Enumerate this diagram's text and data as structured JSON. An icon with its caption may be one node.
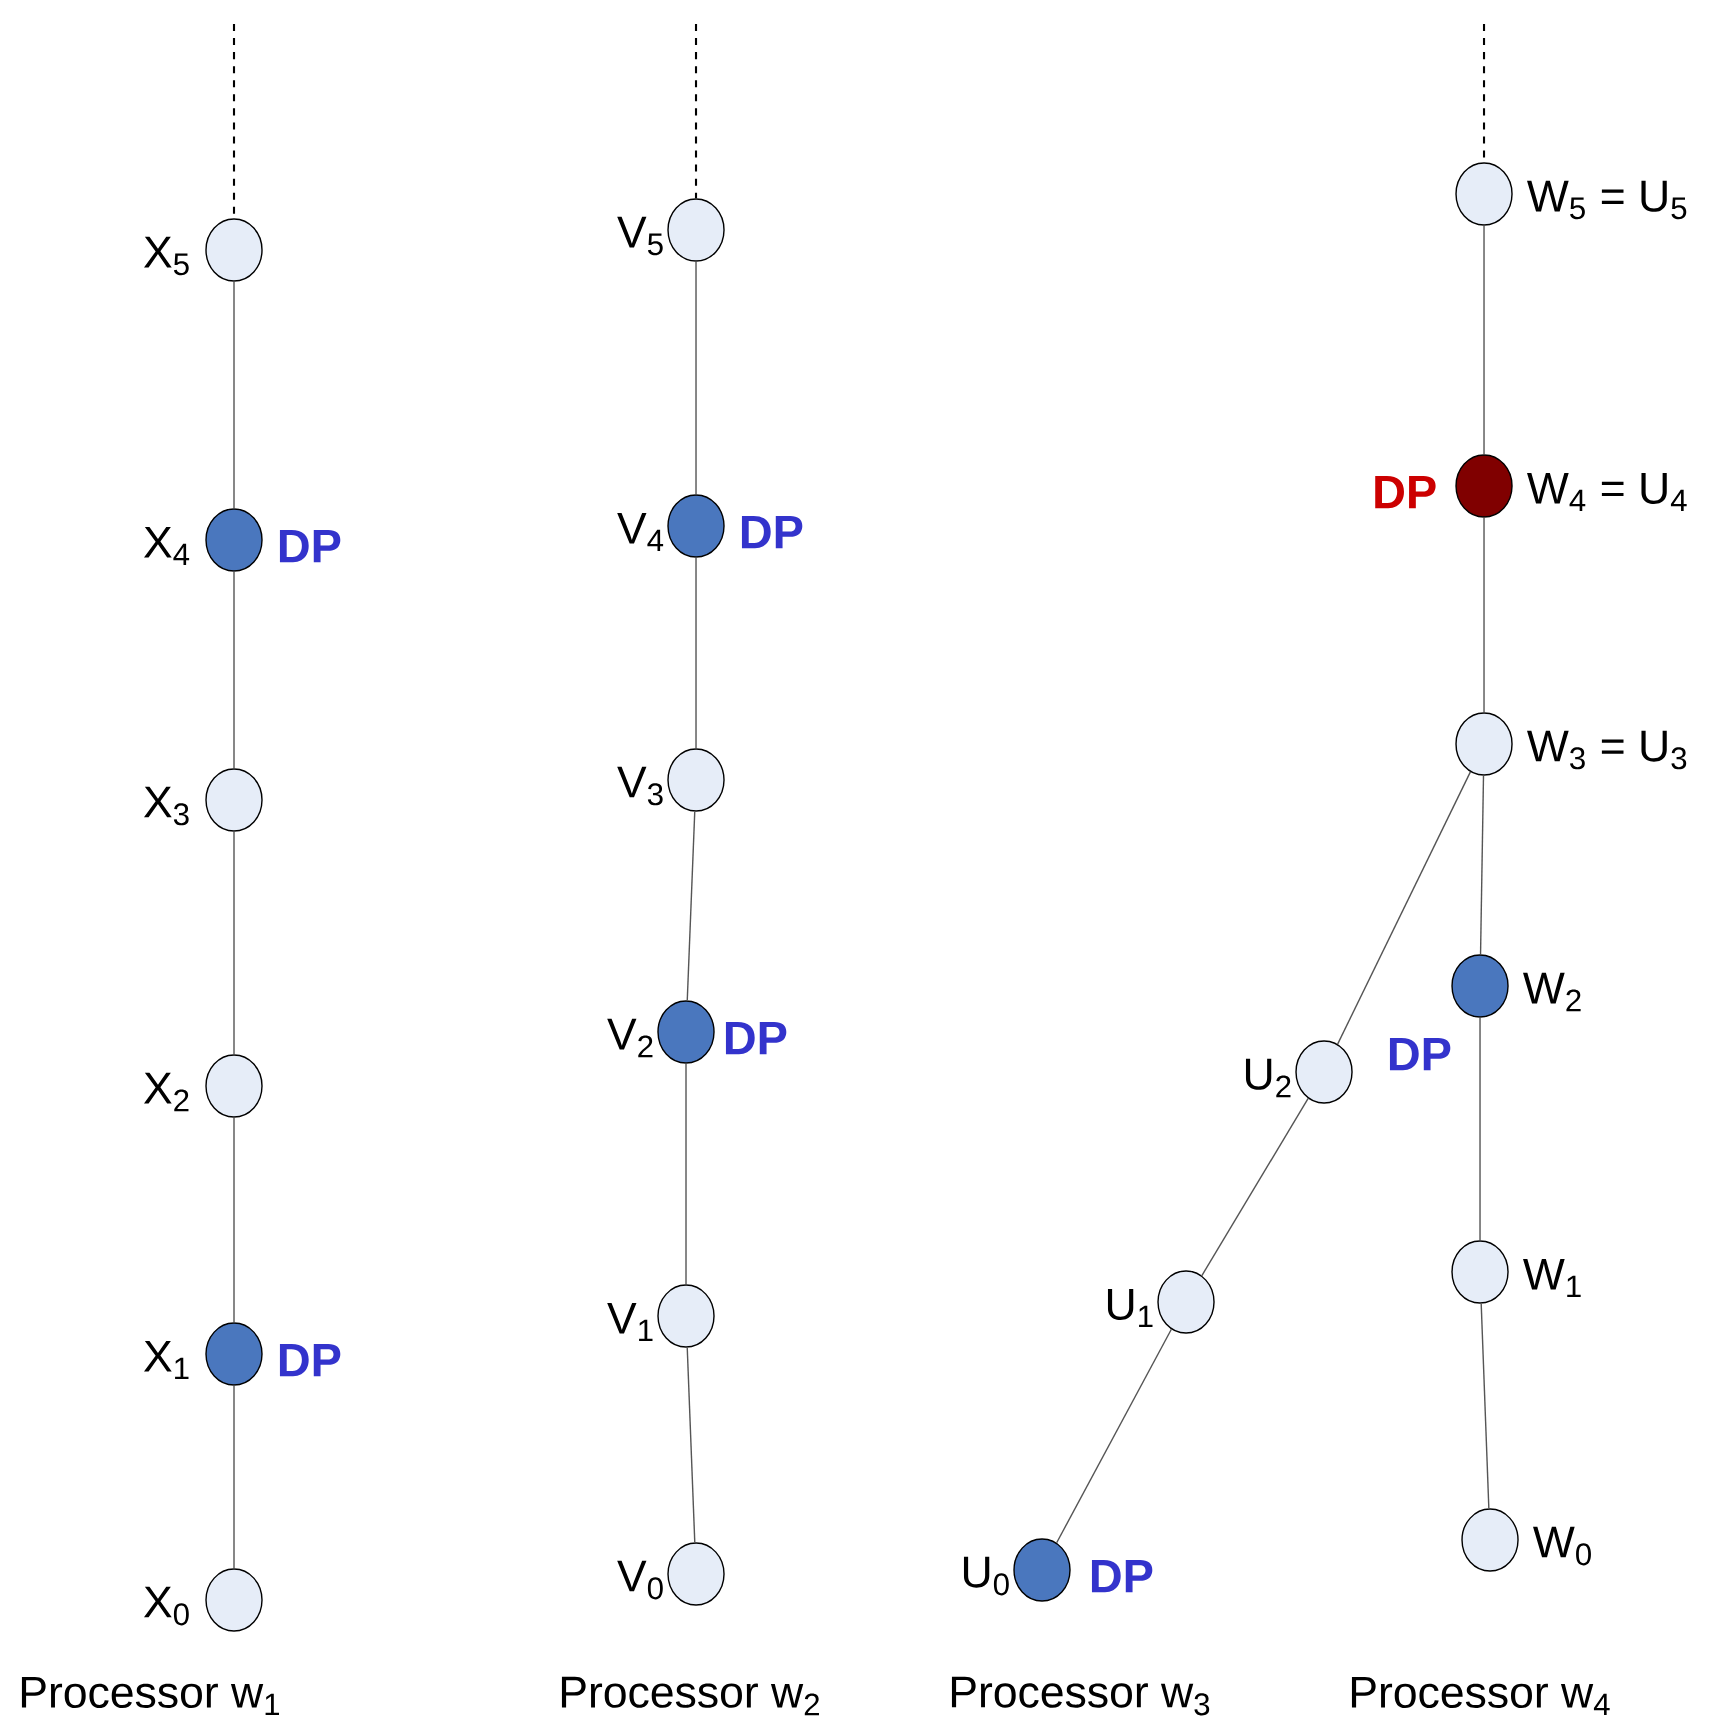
{
  "diagram": {
    "nodes": [
      {
        "text": [],
        "shape": "circle",
        "beside": [
          "X$_{5}$"
        ]
      },
      {
        "text": [],
        "shape": "circle",
        "beside": [
          "X$_{4}$",
          "DP"
        ]
      },
      {
        "text": [],
        "shape": "circle",
        "beside": [
          "X$_{3}$"
        ]
      },
      {
        "text": [],
        "shape": "circle",
        "beside": [
          "X$_{2}$"
        ]
      },
      {
        "text": [],
        "shape": "circle",
        "beside": [
          "X$_{1}$",
          "DP"
        ]
      },
      {
        "text": [],
        "shape": "circle",
        "beside": [
          "X$_{0}$"
        ]
      },
      {
        "text": [],
        "shape": "circle",
        "beside": [
          "V$_{5}$"
        ]
      },
      {
        "text": [],
        "shape": "circle",
        "beside": [
          "V$_{4}$",
          "DP"
        ]
      },
      {
        "text": [],
        "shape": "circle",
        "beside": [
          "V$_{3}$"
        ]
      },
      {
        "text": [],
        "shape": "circle",
        "beside": [
          "V$_{2}$",
          "DP"
        ]
      },
      {
        "text": [],
        "shape": "circle",
        "beside": [
          "V$_{1}$"
        ]
      },
      {
        "text": [],
        "shape": "circle",
        "beside": [
          "V$_{0}$"
        ]
      },
      {
        "text": [],
        "shape": "circle",
        "beside": [
          "U$_{2}$"
        ]
      },
      {
        "text": [],
        "shape": "circle",
        "beside": [
          "U$_{1}$"
        ]
      },
      {
        "text": [],
        "shape": "circle",
        "beside": [
          "U$_{0}$",
          "DP"
        ]
      },
      {
        "text": [],
        "shape": "circle",
        "beside": [
          "W$_{5}$ = U$_{5}$"
        ]
      },
      {
        "text": [],
        "shape": "circle",
        "beside": [
          "W$_{4}$ = U$_{4}$",
          "DP"
        ]
      },
      {
        "text": [],
        "shape": "circle",
        "beside": [
          "W$_{3}$ = U$_{3}$"
        ]
      },
      {
        "text": [],
        "shape": "circle",
        "beside": [
          "W$_{2}$",
          "DP"
        ]
      },
      {
        "text": [],
        "shape": "circle",
        "beside": [
          "W$_{1}$"
        ]
      },
      {
        "text": [],
        "shape": "circle",
        "beside": [
          "W$_{0}$"
        ]
      }
    ],
    "edges": [
      {
        "from": null,
        "to": 0,
        "arrow": "none",
        "style": "dashed"
      },
      {
        "from": 5,
        "to": 4,
        "arrow": "none"
      },
      {
        "from": 4,
        "to": 3,
        "arrow": "none"
      },
      {
        "from": 3,
        "to": 2,
        "arrow": "none"
      },
      {
        "from": 2,
        "to": 1,
        "arrow": "none"
      },
      {
        "from": 1,
        "to": 0,
        "arrow": "none"
      },
      {
        "from": null,
        "to": 6,
        "arrow": "none",
        "style": "dashed"
      },
      {
        "from": 11,
        "to": 10,
        "arrow": "none"
      },
      {
        "from": 10,
        "to": 9,
        "arrow": "none"
      },
      {
        "from": 9,
        "to": 8,
        "arrow": "none"
      },
      {
        "from": 8,
        "to": 7,
        "arrow": "none"
      },
      {
        "from": 7,
        "to": 6,
        "arrow": "none"
      },
      {
        "from": 14,
        "to": 13,
        "arrow": "none"
      },
      {
        "from": 13,
        "to": 12,
        "arrow": "none"
      },
      {
        "from": 12,
        "to": 17,
        "arrow": "none"
      },
      {
        "from": null,
        "to": 15,
        "arrow": "none",
        "style": "dashed"
      },
      {
        "from": 20,
        "to": 19,
        "arrow": "none"
      },
      {
        "from": 19,
        "to": 18,
        "arrow": "none"
      },
      {
        "from": 18,
        "to": 17,
        "arrow": "none"
      },
      {
        "from": 17,
        "to": 16,
        "arrow": "none"
      },
      {
        "from": 16,
        "to": 15,
        "arrow": "none"
      }
    ],
    "labels": [
      "Processor w$_{1}$",
      "Processor w$_{2}$",
      "Processor w$_{3}$",
      "Processor w$_{4}$"
    ]
  }
}
